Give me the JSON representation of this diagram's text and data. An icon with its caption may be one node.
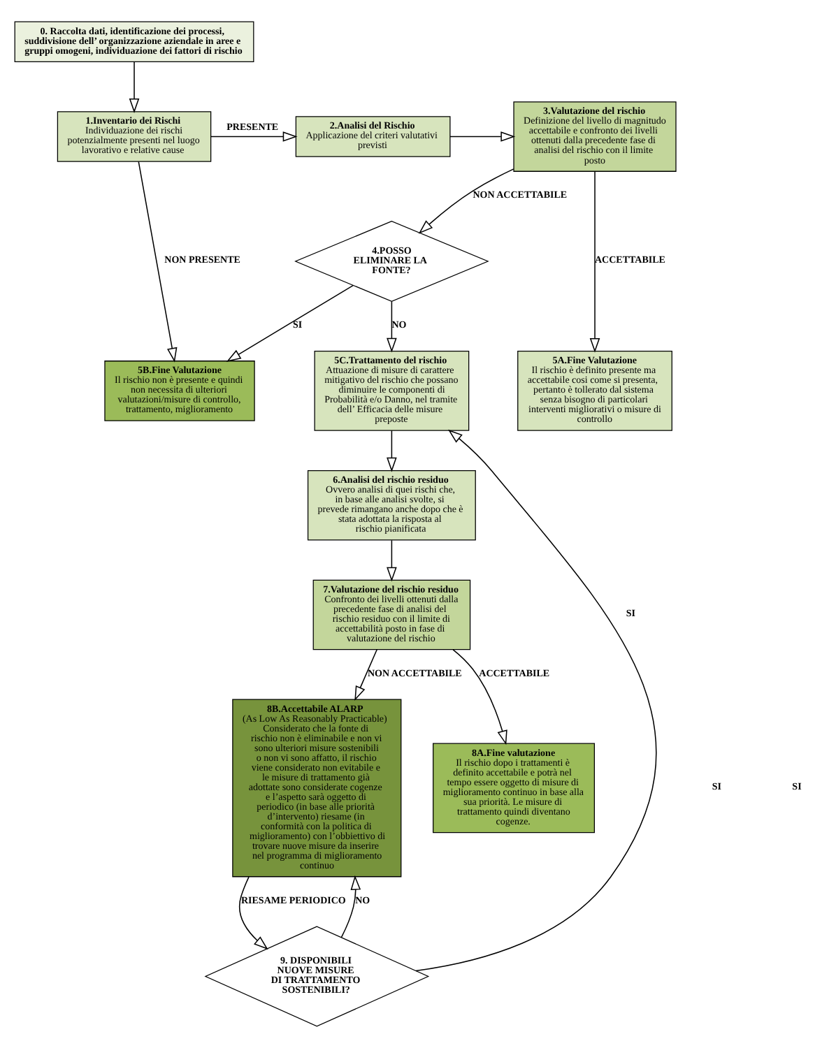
{
  "diagram": {
    "nodes": [
      {
        "text": [
          "0. Raccolta dati, identificazione dei processi, suddivisione dell’ organizzazione aziendale in aree e gruppi omogeni, individuazione dei fattori di rischio"
        ]
      },
      {
        "text": [
          "1.Inventario dei Rischi",
          "Individuazione dei rischi potenzialmente presenti nel luogo lavorativo e relative cause"
        ]
      },
      {
        "text": [
          "2.Analisi del Rischio",
          "Applicazione del criteri valutativi previsti"
        ]
      },
      {
        "text": [
          "3.Valutazione del rischio",
          "Definizione del livello di magnitudo accettabile e confronto dei livelli ottenuti dalla precedente fase di analisi del rischio con il limite posto"
        ]
      },
      {
        "text": [
          "4.POSSO ELIMINARE LA FONTE?"
        ]
      },
      {
        "text": [
          "5B.Fine Valutazione",
          "Il rischio non è presente e quindi non necessita di ulteriori valutazioni/misure di controllo, trattamento, miglioramento"
        ]
      },
      {
        "text": [
          "5C.Trattamento del rischio",
          "Attuazione di misure di carattere mitigativo del rischio che possano diminuire le componenti di Probabilità e/o Danno, nel tramite dell’ Efficacia delle misure preposte"
        ]
      },
      {
        "text": [
          "5A.Fine Valutazione",
          "Il rischio è definito presente ma accettabile cosi come si presenta, pertanto è tollerato dal sistema senza bisogno di particolari interventi migliorativi o misure di controllo"
        ]
      },
      {
        "text": [
          "6.Analisi del rischio residuo",
          "Ovvero analisi di quei rischi che, in base alle analisi svolte, si prevede rimangano anche dopo che è stata adottata la risposta al rischio pianificata"
        ]
      },
      {
        "text": [
          "7.Valutazione del rischio residuo",
          "Confronto dei livelli ottenuti dalla precedente fase di analisi del rischio residuo con il limite di accettabilità posto in fase di valutazione del rischio"
        ]
      },
      {
        "text": [
          "8B.Accettabile ALARP",
          "(As Low As Reasonably Practicable)",
          "Considerato che la fonte di rischio non è eliminabile e non vi sono ulteriori misure sostenibili o non vi sono affatto, il rischio viene considerato non evitabile e le misure di trattamento già adottate sono considerate cogenze e l’aspetto sarà oggetto di periodico (in base alle priorità d’intervento) riesame (in conformità con la politica di miglioramento) con l’obbiettivo di trovare nuove misure da inserire nel programma di miglioramento continuo"
        ]
      },
      {
        "text": [
          "8A.Fine valutazione",
          "Il rischio dopo i trattamenti è definito accettabile e potrà nel tempo essere oggetto di misure di miglioramento continuo in base alla sua priorità. Le misure di trattamento quindi diventano cogenze."
        ]
      },
      {
        "text": [
          "9. DISPONIBILI NUOVE MISURE DI TRATTAMENTO SOSTENIBILI?"
        ]
      }
    ],
    "edges": [
      {
        "from": 0,
        "to": 1,
        "arrow": "to"
      },
      {
        "from": 1,
        "to": 2,
        "arrow": "to",
        "label": "PRESENTE"
      },
      {
        "from": 2,
        "to": 3,
        "arrow": "to"
      },
      {
        "from": 1,
        "to": 5,
        "arrow": "to",
        "label": "NON PRESENTE"
      },
      {
        "from": 3,
        "to": 4,
        "arrow": "to",
        "label": "NON ACCETTABILE"
      },
      {
        "from": 3,
        "to": 7,
        "arrow": "to",
        "label": "ACCETTABILE"
      },
      {
        "from": 4,
        "to": 5,
        "arrow": "to",
        "label": "SI"
      },
      {
        "from": 4,
        "to": 6,
        "arrow": "to",
        "label": "NO"
      },
      {
        "from": 6,
        "to": 8,
        "arrow": "to"
      },
      {
        "from": 8,
        "to": 9,
        "arrow": "to"
      },
      {
        "from": 9,
        "to": 11,
        "arrow": "to",
        "label": "ACCETTABILE"
      },
      {
        "from": 9,
        "to": 10,
        "arrow": "to",
        "label": "NON ACCETTABILE"
      },
      {
        "from": 10,
        "to": 12,
        "arrow": "to",
        "label": "RIESAME PERIODICO"
      },
      {
        "from": 12,
        "to": 10,
        "arrow": "to",
        "label": "NO"
      },
      {
        "from": 12,
        "to": 6,
        "arrow": "to",
        "label": "SI"
      }
    ],
    "labels": [
      "SI",
      "SI"
    ]
  }
}
